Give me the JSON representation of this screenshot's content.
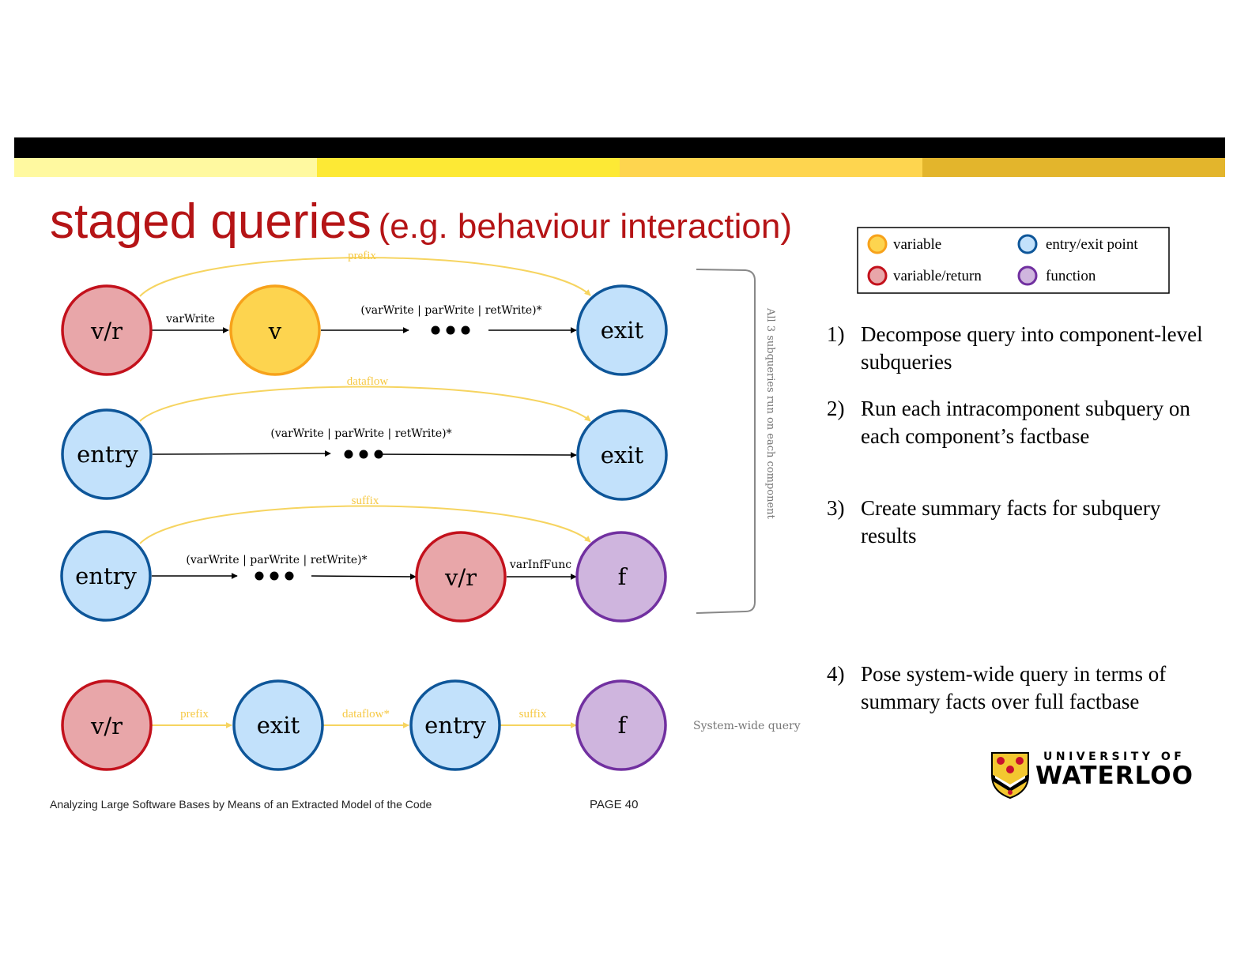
{
  "slide": {
    "title_main": "staged queries",
    "title_sub": "(e.g. behaviour interaction)",
    "footer_left": "Analyzing Large Software Bases by Means of an Extracted Model of the Code",
    "footer_page": "PAGE  40"
  },
  "colors": {
    "title": "#b51416",
    "band_black": "#000000",
    "band_segments": [
      "#fff9a0",
      "#fde935",
      "#fed54f",
      "#e3b52c"
    ],
    "yellow_edge": "#f6d460",
    "variable_fill": "#fdd44f",
    "variable_stroke": "#f7a21b",
    "varret_fill": "#e8a6a9",
    "varret_stroke": "#c3111c",
    "entry_fill": "#c2e1fb",
    "entry_stroke": "#0e5699",
    "func_fill": "#cfb5de",
    "func_stroke": "#7130a0"
  },
  "legend": {
    "items": [
      {
        "label": "variable",
        "kind": "variable"
      },
      {
        "label": "entry/exit point",
        "kind": "entry"
      },
      {
        "label": "variable/return",
        "kind": "varret"
      },
      {
        "label": "function",
        "kind": "func"
      }
    ]
  },
  "diagram": {
    "rows": [
      {
        "arc_label": "prefix",
        "nodes": [
          {
            "label": "v/r",
            "kind": "varret"
          },
          {
            "label": "v",
            "kind": "variable"
          },
          {
            "label": "exit",
            "kind": "entry"
          }
        ],
        "edge_labels": [
          "varWrite",
          "(varWrite | parWrite | retWrite)*"
        ]
      },
      {
        "arc_label": "dataflow",
        "nodes": [
          {
            "label": "entry",
            "kind": "entry"
          },
          {
            "label": "exit",
            "kind": "entry"
          }
        ],
        "edge_labels": [
          "(varWrite | parWrite | retWrite)*"
        ]
      },
      {
        "arc_label": "suffix",
        "nodes": [
          {
            "label": "entry",
            "kind": "entry"
          },
          {
            "label": "v/r",
            "kind": "varret"
          },
          {
            "label": "f",
            "kind": "func"
          }
        ],
        "edge_labels": [
          "(varWrite | parWrite | retWrite)*",
          "varInfFunc"
        ]
      }
    ],
    "bracket_label": "All 3 subqueries run on each component",
    "system_query": {
      "nodes": [
        {
          "label": "v/r",
          "kind": "varret"
        },
        {
          "label": "exit",
          "kind": "entry"
        },
        {
          "label": "entry",
          "kind": "entry"
        },
        {
          "label": "f",
          "kind": "func"
        }
      ],
      "edge_labels": [
        "prefix",
        "dataflow*",
        "suffix"
      ],
      "caption": "System-wide query"
    }
  },
  "steps": [
    {
      "num": "1)",
      "text": "Decompose query into component-level subqueries"
    },
    {
      "num": "2)",
      "text": "Run each intracomponent subquery on each component’s factbase"
    },
    {
      "num": "3)",
      "text": "Create summary facts for subquery results"
    },
    {
      "num": "4)",
      "text": "Pose system-wide query in terms of summary facts over full factbase"
    }
  ],
  "logo": {
    "line1": "UNIVERSITY OF",
    "line2": "WATERLOO",
    "colors": {
      "gold": "#f3c730",
      "red": "#c8102e",
      "black": "#000000"
    }
  }
}
